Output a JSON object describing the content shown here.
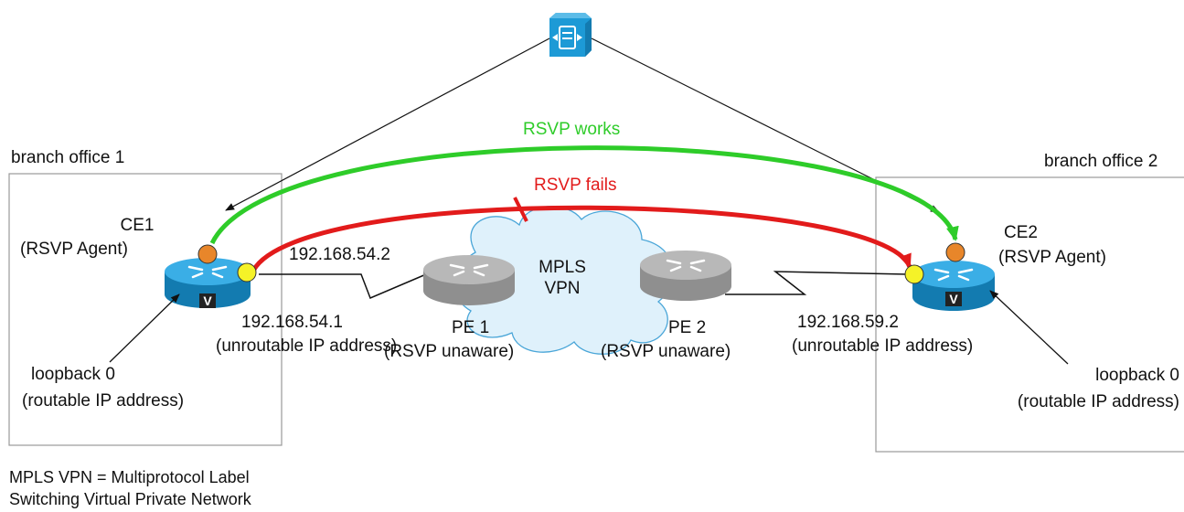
{
  "labels": {
    "branch1": "branch office 1",
    "branch2": "branch office 2",
    "rsvp_works": "RSVP works",
    "rsvp_fails": "RSVP fails",
    "ce1_name": "CE1",
    "ce1_role": "(RSVP Agent)",
    "ce2_name": "CE2",
    "ce2_role": "(RSVP Agent)",
    "ip_pe1_link": "192.168.54.2",
    "ip_ce1": "192.168.54.1",
    "ip_ce1_note": "(unroutable IP address)",
    "mpls_line1": "MPLS",
    "mpls_line2": "VPN",
    "pe1_name": "PE 1",
    "pe1_note": "(RSVP unaware)",
    "pe2_name": "PE 2",
    "pe2_note": "(RSVP unaware)",
    "ip_ce2": "192.168.59.2",
    "ip_ce2_note": "(unroutable IP address)",
    "lo_left": "loopback 0",
    "lo_left_note": "(routable IP address)",
    "lo_right": "loopback 0",
    "lo_right_note": "(routable IP address)",
    "legend_line1": "MPLS  VPN = Multiprotocol Label",
    "legend_line2": "Switching Virtual Private Network",
    "router_badge": "V"
  },
  "colors": {
    "rsvp_works": "#2ecc29",
    "rsvp_fails": "#e21b1b",
    "ce_router": "#1d9ad6",
    "pe_router": "#a8a8a8",
    "cloud": "#dff1fb",
    "agent_dot": "#e8862a",
    "interface_dot": "#f5f228"
  },
  "icons": {
    "top_device": "call-manager-icon",
    "ce_router": "voice-router-icon",
    "pe_router": "router-icon",
    "cloud": "cloud-icon"
  }
}
